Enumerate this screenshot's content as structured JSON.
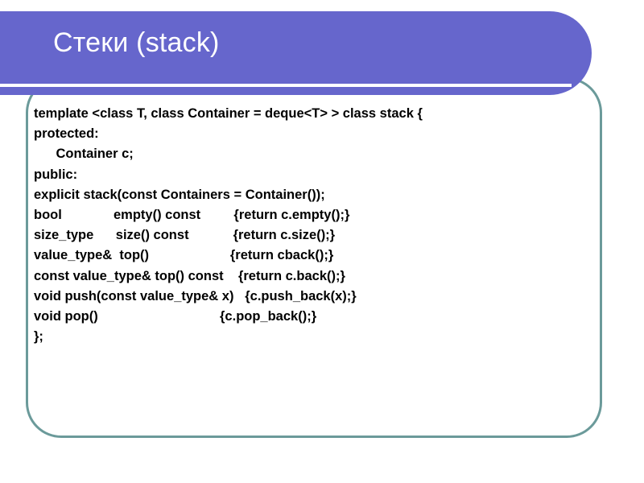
{
  "slide": {
    "title": "Стеки (stack)",
    "colors": {
      "banner_purple": "#6666cc",
      "outline_teal": "#6b9a9a",
      "title_text": "#ffffff",
      "body_text": "#000000",
      "background": "#ffffff"
    }
  },
  "code": {
    "language": "cpp",
    "lines": [
      "template <class T, class Container = deque<T> > class stack {",
      "protected:",
      "      Container c;",
      "public:",
      "explicit stack(const Containers = Container());",
      "bool              empty() const         {return c.empty();}",
      "size_type      size() const            {return c.size();}",
      "value_type&  top()                      {return cback();}",
      "const value_type& top() const    {return c.back();}",
      "void push(const value_type& x)   {c.push_back(x);}",
      "void pop()                                 {c.pop_back();}",
      "};"
    ]
  }
}
